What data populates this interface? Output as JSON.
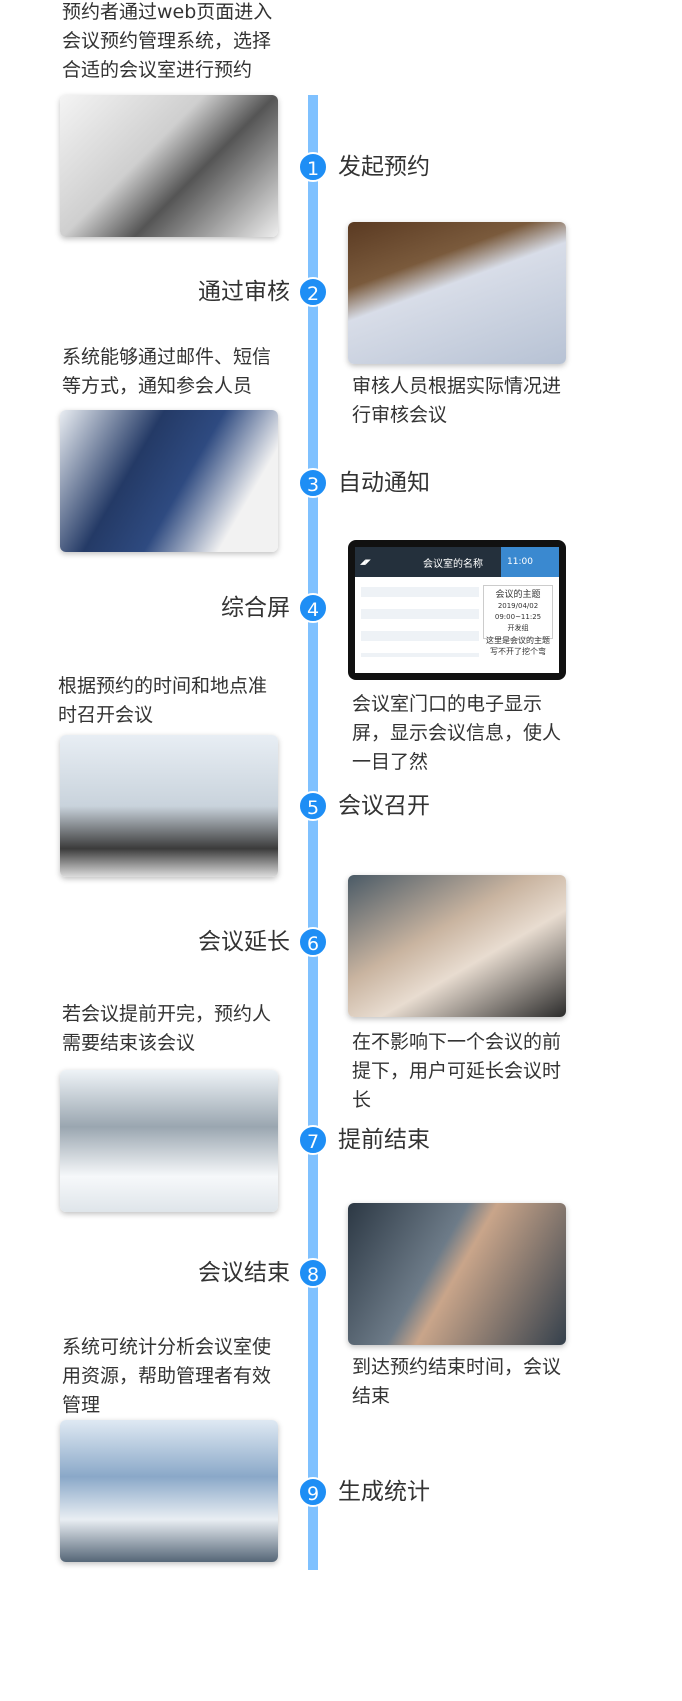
{
  "steps": [
    {
      "num": "1",
      "label": "发起预约",
      "desc": "预约者通过web页面进入会议预约管理系统，选择合适的会议室进行预约"
    },
    {
      "num": "2",
      "label": "通过审核",
      "desc": "审核人员根据实际情况进行审核会议"
    },
    {
      "num": "3",
      "label": "自动通知",
      "desc": "系统能够通过邮件、短信等方式，通知参会人员"
    },
    {
      "num": "4",
      "label": "综合屏",
      "desc": "会议室门口的电子显示屏，显示会议信息，使人一目了然"
    },
    {
      "num": "5",
      "label": "会议召开",
      "desc": "根据预约的时间和地点准时召开会议"
    },
    {
      "num": "6",
      "label": "会议延长",
      "desc": "在不影响下一个会议的前提下，用户可延长会议时长"
    },
    {
      "num": "7",
      "label": "提前结束",
      "desc": "若会议提前开完，预约人需要结束该会议"
    },
    {
      "num": "8",
      "label": "会议结束",
      "desc": "到达预约结束时间，会议结束"
    },
    {
      "num": "9",
      "label": "生成统计",
      "desc": "系统可统计分析会议室使用资源，帮助管理者有效管理"
    }
  ],
  "screen": {
    "room_name": "会议室的名称",
    "time": "11:00",
    "topic": "会议的主题",
    "topic_time": "2019/04/02 09:00~11:25",
    "group": "开发组",
    "next": "这里是会议的主题写不开了挖个弯"
  },
  "colors": {
    "line": "#7fc1ff",
    "circle": "#1e8ef5"
  }
}
